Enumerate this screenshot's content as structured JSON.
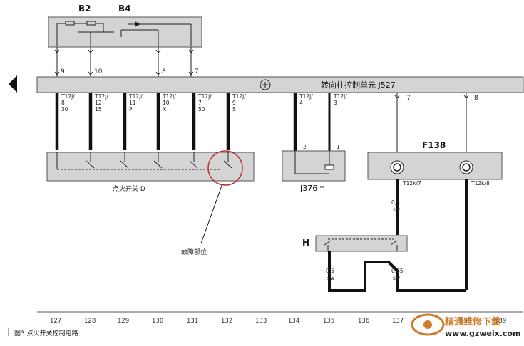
{
  "components": {
    "fuse_b2": "B2",
    "fuse_b4": "B4",
    "control_unit": "转向柱控制单元 J527",
    "ignition_switch": "点火开关 D",
    "j376": "J376 *",
    "f138": "F138",
    "h": "H"
  },
  "fault_label": "故障部位",
  "top_pins": [
    "9",
    "10",
    "8",
    "7"
  ],
  "left_connectors": [
    {
      "line1": "T12j/",
      "line2": "8",
      "line3": "30"
    },
    {
      "line1": "T12j/",
      "line2": "12",
      "line3": "15"
    },
    {
      "line1": "T12j/",
      "line2": "11",
      "line3": "P"
    },
    {
      "line1": "T12j/",
      "line2": "10",
      "line3": "X"
    },
    {
      "line1": "T12j/",
      "line2": "7",
      "line3": "50"
    },
    {
      "line1": "T12j/",
      "line2": "9",
      "line3": "S"
    }
  ],
  "mid_connectors": [
    {
      "line1": "T12j/",
      "line2": "4"
    },
    {
      "line1": "T12j/",
      "line2": "3"
    }
  ],
  "right_pins": [
    "7",
    "8"
  ],
  "j376_pins": [
    "2",
    "1"
  ],
  "f138_connectors": [
    "T12k/7",
    "T12k/8"
  ],
  "wire_specs": [
    {
      "size": "0,5",
      "color": "sw"
    },
    {
      "size": "0,5",
      "color": "sw"
    },
    {
      "size": "0,35",
      "color": "sw"
    }
  ],
  "axis_numbers": [
    "127",
    "128",
    "129",
    "130",
    "131",
    "132",
    "133",
    "134",
    "135",
    "136",
    "137",
    "138",
    "139"
  ],
  "caption": "图3  点火开关控制电路",
  "watermark": {
    "line1": "精通维修下载",
    "line2": "www.gzweix.com"
  },
  "colors": {
    "box_fill": "#d4d4d4",
    "wire": "#111111",
    "fault_circle": "#c0282d",
    "watermark_orange": "#d07a2a"
  }
}
